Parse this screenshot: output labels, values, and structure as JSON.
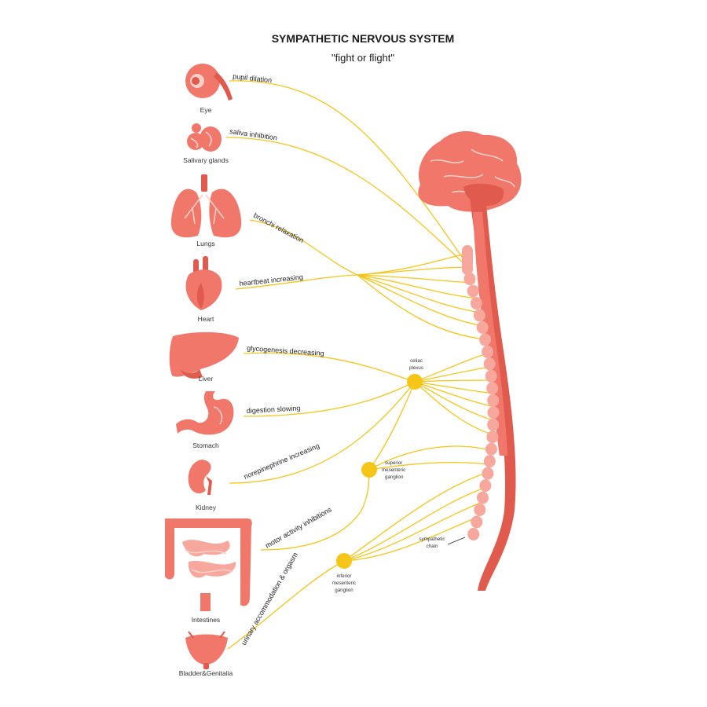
{
  "title": "SYMPATHETIC NERVOUS SYSTEM",
  "subtitle": "\"fight or flight\"",
  "organs": [
    {
      "name": "Eye",
      "effect": "pupil dilation",
      "icon": "eye-icon"
    },
    {
      "name": "Salivary glands",
      "effect": "saliva inhibition",
      "icon": "salivary-glands-icon"
    },
    {
      "name": "Lungs",
      "effect": "bronchi relaxation",
      "icon": "lungs-icon"
    },
    {
      "name": "Heart",
      "effect": "heartbeat increasing",
      "icon": "heart-icon"
    },
    {
      "name": "Liver",
      "effect": "glycogenesis decreasing",
      "icon": "liver-icon"
    },
    {
      "name": "Stomach",
      "effect": "digestion slowing",
      "icon": "stomach-icon"
    },
    {
      "name": "Kidney",
      "effect": "norepinephrine increasing",
      "icon": "kidney-icon"
    },
    {
      "name": "Intestines",
      "effect": "motor activity inhibitions",
      "icon": "intestines-icon"
    },
    {
      "name": "Bladder&Genitalia",
      "effect": "urinary accommodation & orgasm",
      "icon": "bladder-icon"
    }
  ],
  "ganglia": {
    "celiac_line1": "celiac",
    "celiac_line2": "plexus",
    "superior_line1": "superior",
    "superior_line2": "mesenteric",
    "superior_line3": "ganglion",
    "inferior_line1": "inferior",
    "inferior_line2": "mesenteric",
    "inferior_line3": "ganglion"
  },
  "chain_label_line1": "sympathetic",
  "chain_label_line2": "chain",
  "colors": {
    "organ": "#f0776a",
    "organ_dark": "#e05a4e",
    "nerve": "#f5c518",
    "ganglion": "#f5c518",
    "text": "#1a1a1a"
  }
}
